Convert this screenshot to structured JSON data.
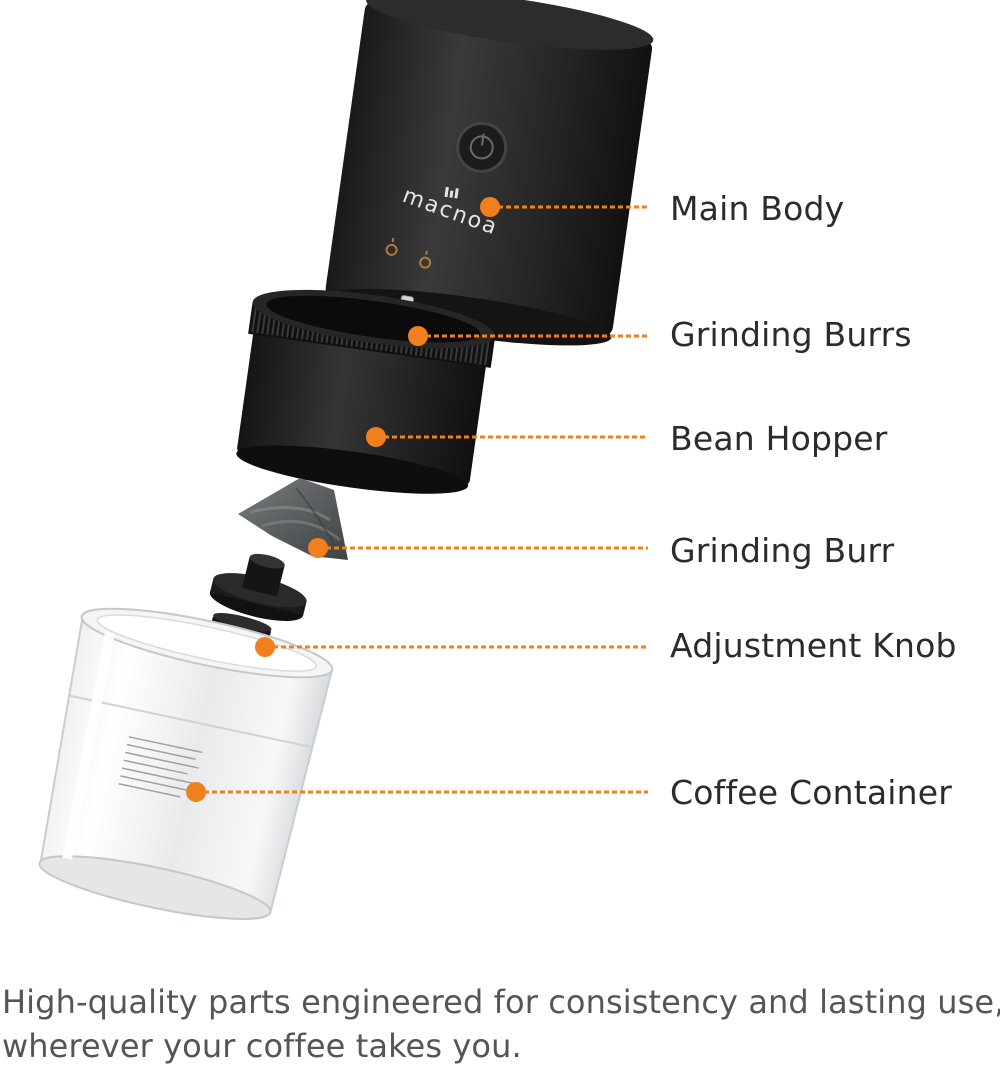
{
  "brand": {
    "logo_text": "macnoa"
  },
  "accent_color": "#f07f1e",
  "parts": [
    {
      "id": "main-body",
      "label": "Main Body"
    },
    {
      "id": "grinding-burrs",
      "label": "Grinding Burrs"
    },
    {
      "id": "bean-hopper",
      "label": "Bean Hopper"
    },
    {
      "id": "grinding-burr",
      "label": "Grinding Burr"
    },
    {
      "id": "adjustment-knob",
      "label": "Adjustment Knob"
    },
    {
      "id": "coffee-container",
      "label": "Coffee Container"
    }
  ],
  "caption": {
    "line1": "High-quality parts engineered for consistency and lasting use,",
    "line2": "wherever your coffee takes you."
  }
}
